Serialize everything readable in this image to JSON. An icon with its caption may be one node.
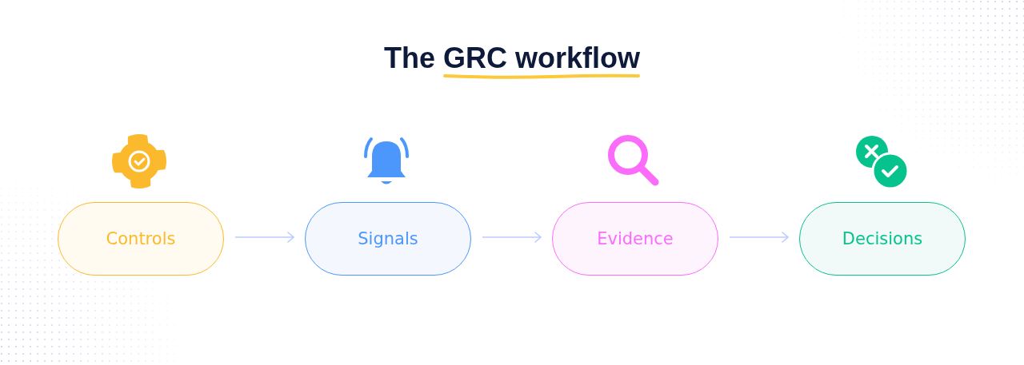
{
  "diagram": {
    "title": "The GRC workflow",
    "nodes": [
      {
        "text": [
          "Controls"
        ]
      },
      {
        "text": [
          "Signals"
        ]
      },
      {
        "text": [
          "Evidence"
        ]
      },
      {
        "text": [
          "Decisions"
        ]
      }
    ],
    "edges": [
      {
        "from": 0,
        "to": 1,
        "arrow": "to"
      },
      {
        "from": 1,
        "to": 2,
        "arrow": "to"
      },
      {
        "from": 2,
        "to": 3,
        "arrow": "to"
      }
    ]
  }
}
